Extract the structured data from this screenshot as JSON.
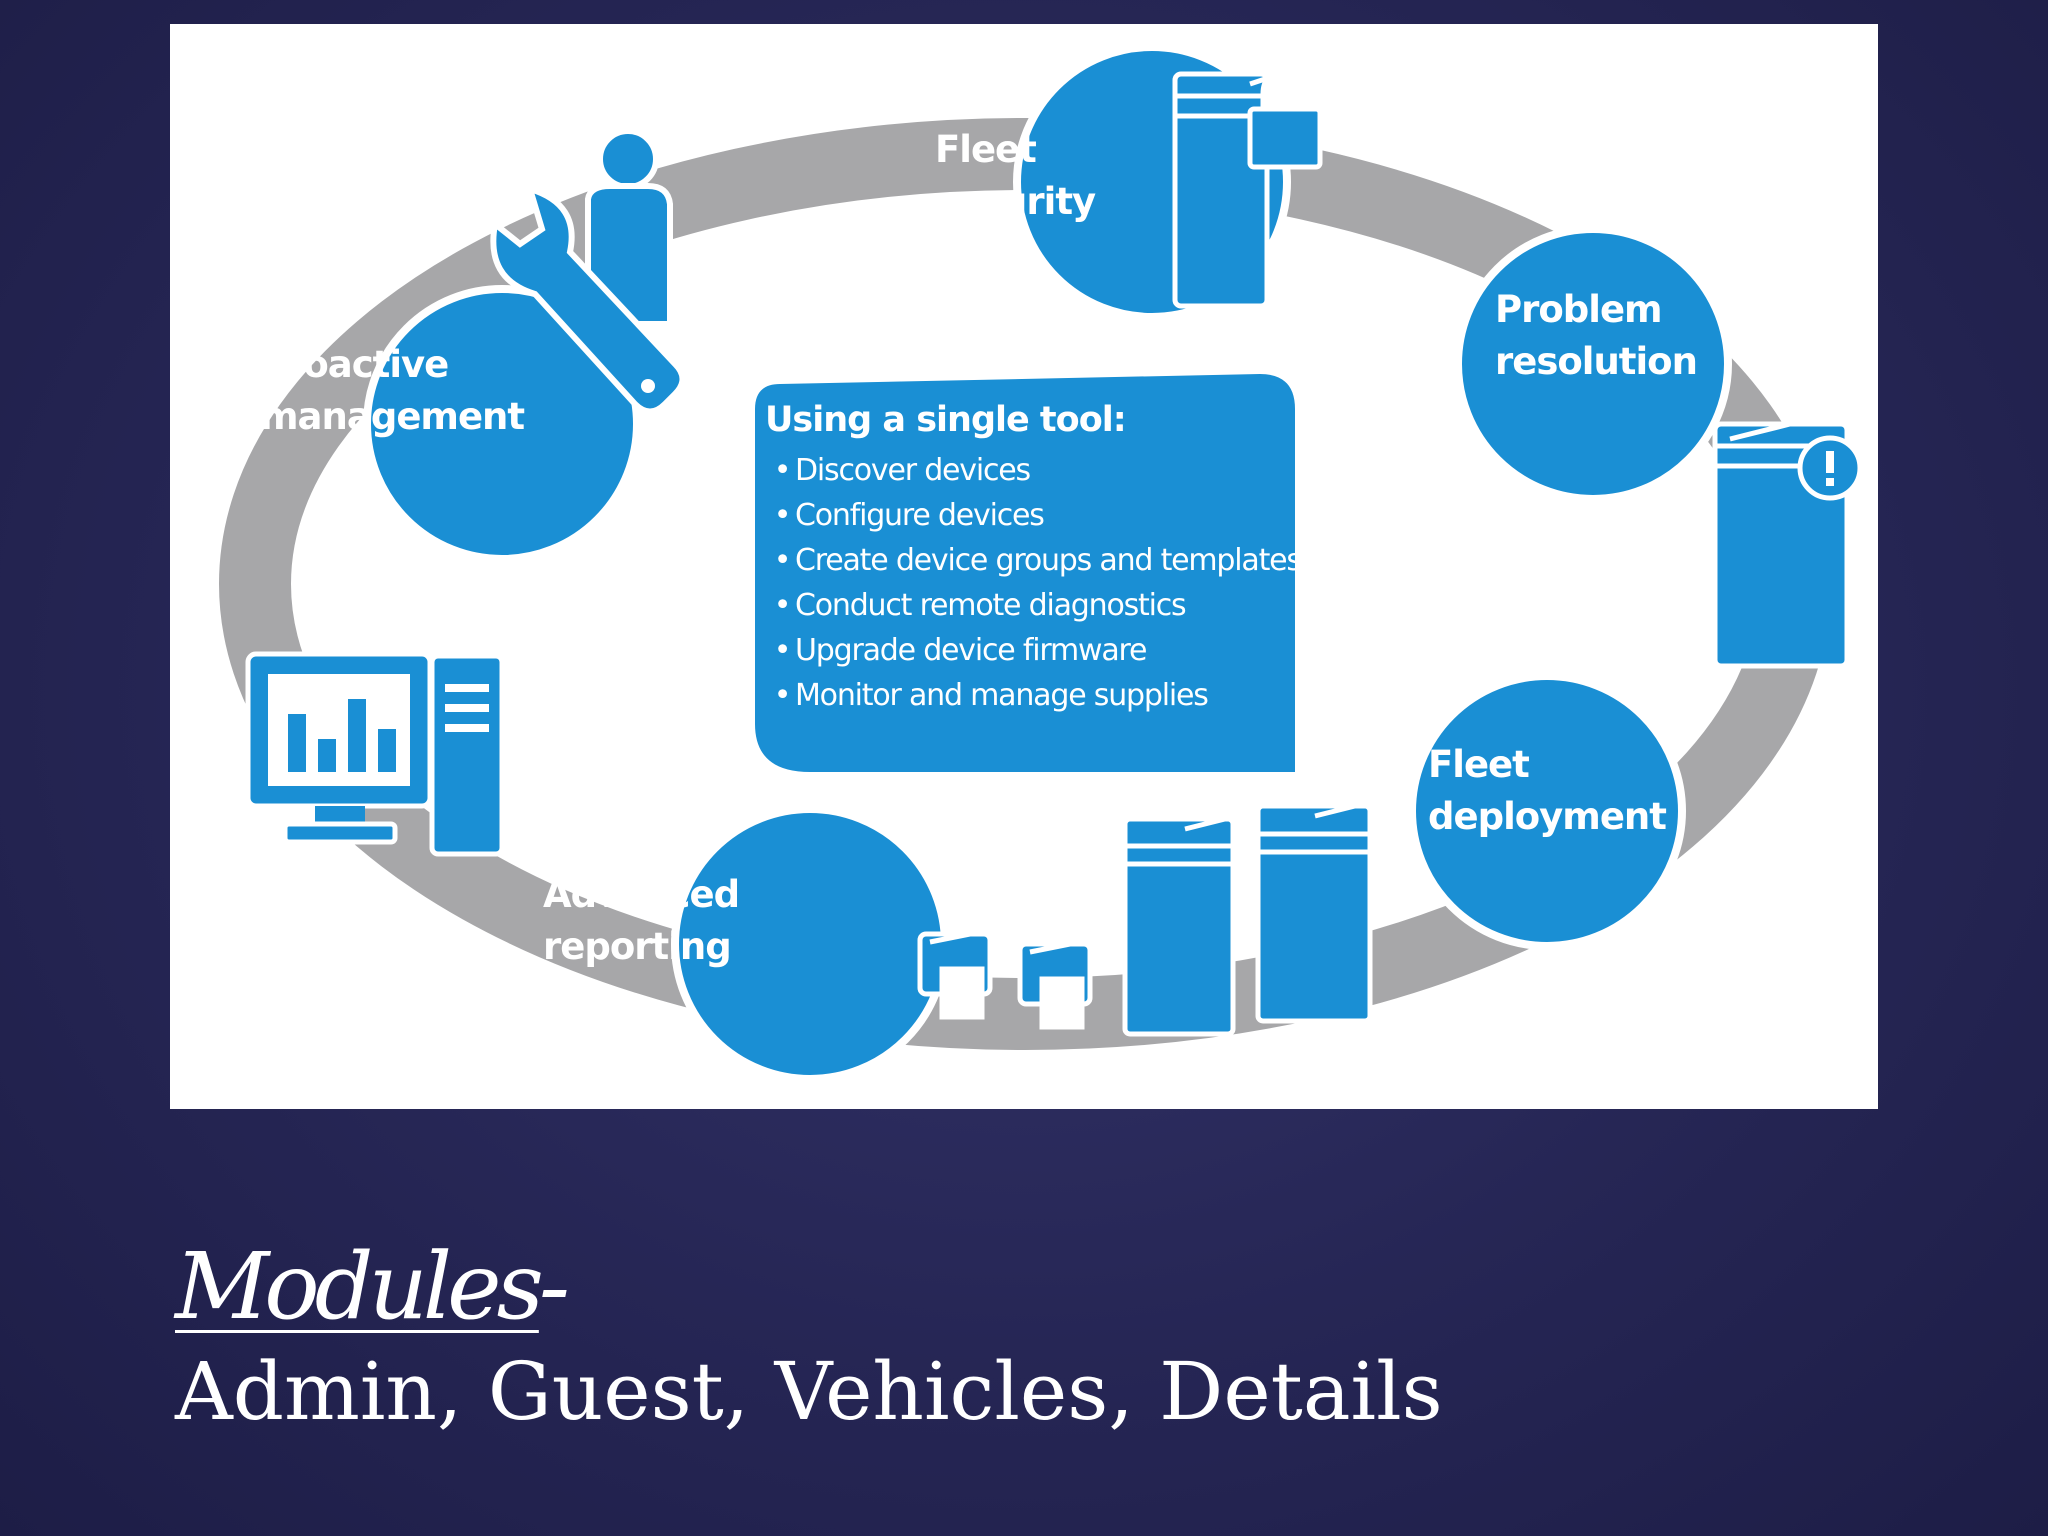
{
  "diagram": {
    "center": {
      "title": "Using a single tool:",
      "items": [
        "Discover devices",
        "Configure devices",
        "Create device groups and templates",
        "Conduct remote diagnostics",
        "Upgrade device firmware",
        "Monitor and manage supplies"
      ]
    },
    "nodes": [
      {
        "line1": "Fleet",
        "line2": "security"
      },
      {
        "line1": "Problem",
        "line2": "resolution"
      },
      {
        "line1": "Fleet",
        "line2": "deployment"
      },
      {
        "line1": "Advanced",
        "line2": "reporting"
      },
      {
        "line1": "Proactive",
        "line2": "management"
      }
    ],
    "icons": [
      "wrench-person-icon",
      "printer-lock-icon",
      "printer-alert-icon",
      "printer-fleet-icon",
      "monitor-chart-icon"
    ],
    "colors": {
      "blue": "#1a8fd4",
      "ring": "#a7a7a9",
      "background": "#282858"
    }
  },
  "caption": {
    "title": "Modules",
    "title_suffix": "-",
    "subtitle": "Admin, Guest, Vehicles, Details"
  }
}
